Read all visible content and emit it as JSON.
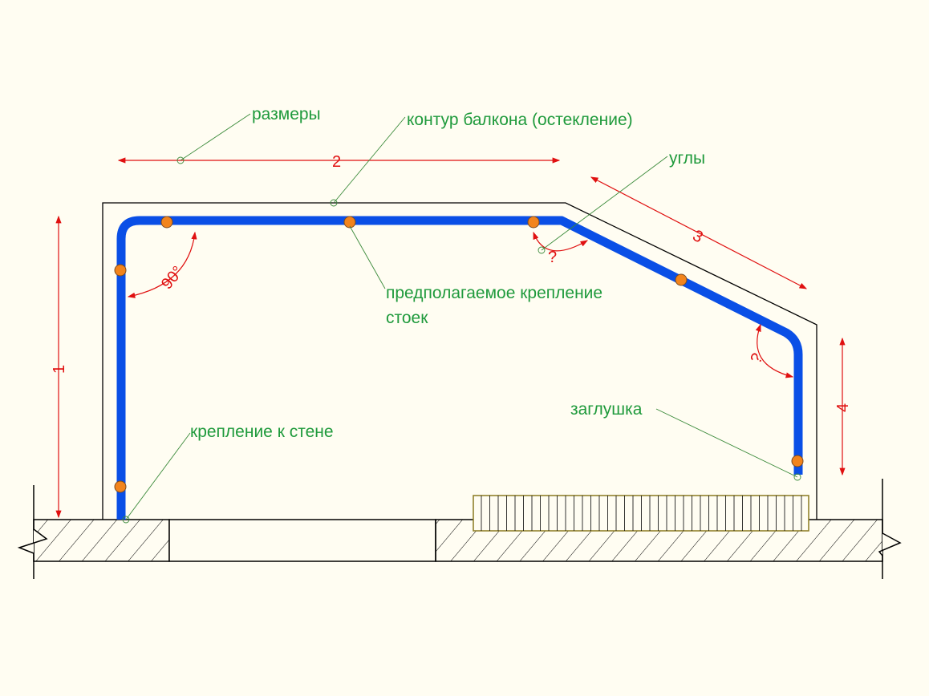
{
  "labels": {
    "dimensions": "размеры",
    "contour": "контур балкона (остекление)",
    "angles": "углы",
    "post_mount_line1": "предполагаемое крепление",
    "post_mount_line2": "стоек",
    "wall_mount": "крепление к стене",
    "end_cap": "заглушка"
  },
  "dimensions": {
    "d1": "1",
    "d2": "2",
    "d3": "3",
    "d4": "4"
  },
  "angles": {
    "a1": "90°",
    "a2": "?",
    "a3": "?"
  },
  "colors": {
    "background": "#fffdf2",
    "pipe": "#0a4fe6",
    "mount_point": "#f2841c",
    "dimension": "#e01010",
    "label": "#1f9a3c",
    "leader": "#3a8a3a",
    "radiator": "#8a7a20"
  }
}
